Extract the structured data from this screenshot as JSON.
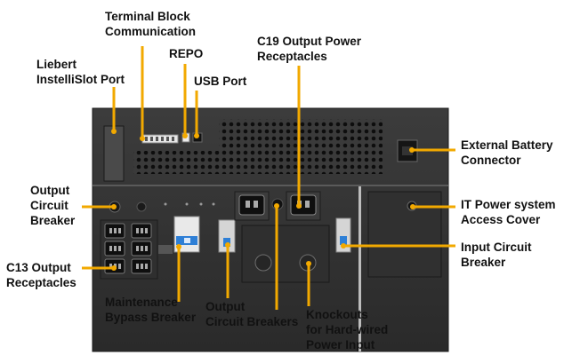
{
  "labels": {
    "terminal_block": "Terminal Block\nCommunication",
    "repo": "REPO",
    "usb_port": "USB Port",
    "intellislot": "Liebert\nInstelliSlot Port",
    "c19_output": "C19 Output Power\nReceptacles",
    "external_battery": "External Battery\nConnector",
    "output_breaker_left": "Output\nCircuit\nBreaker",
    "it_power_cover": "IT Power system\nAccess Cover",
    "input_breaker": "Input Circuit\nBreaker",
    "c13_output": "C13 Output\nReceptacles",
    "maintenance_bypass": "Maintenance\nBypass Breaker",
    "output_breakers": "Output\nCircuit Breakers",
    "knockouts": "Knockouts\nfor Hard-wired\nPower Input"
  },
  "colors": {
    "callout": "#f2a900",
    "chassis": "#2b2b2b",
    "panel": "#3a3a3a",
    "breaker_blue": "#2e7fd6",
    "label_text": "#111111"
  },
  "icons": {
    "vent": "vent-grille-icon",
    "socket": "power-socket-icon",
    "screw": "screw-icon"
  }
}
